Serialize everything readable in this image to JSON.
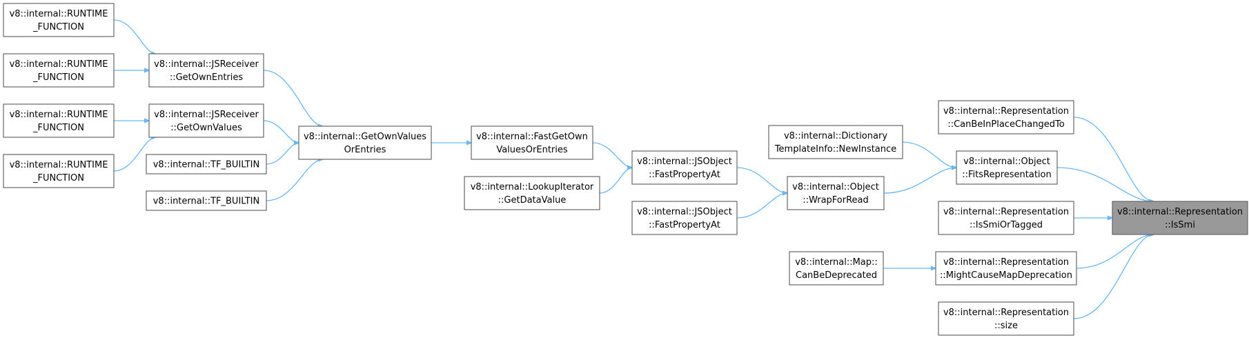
{
  "graph": {
    "nodes": [
      {
        "id": "n0",
        "lines": [
          "v8::internal::Representation",
          "::IsSmi"
        ],
        "highlight": true
      },
      {
        "id": "n1",
        "lines": [
          "v8::internal::Representation",
          "::CanBeInPlaceChangedTo"
        ]
      },
      {
        "id": "n2",
        "lines": [
          "v8::internal::Object",
          "::FitsRepresentation"
        ]
      },
      {
        "id": "n3",
        "lines": [
          "v8::internal::Representation",
          "::IsSmiOrTagged"
        ]
      },
      {
        "id": "n4",
        "lines": [
          "v8::internal::Representation",
          "::MightCauseMapDeprecation"
        ]
      },
      {
        "id": "n5",
        "lines": [
          "v8::internal::Representation",
          "::size"
        ]
      },
      {
        "id": "n6",
        "lines": [
          "v8::internal::Dictionary",
          "TemplateInfo::NewInstance"
        ]
      },
      {
        "id": "n7",
        "lines": [
          "v8::internal::Object",
          "::WrapForRead"
        ]
      },
      {
        "id": "n8",
        "lines": [
          "v8::internal::JSObject",
          "::FastPropertyAt"
        ]
      },
      {
        "id": "n9",
        "lines": [
          "v8::internal::JSObject",
          "::FastPropertyAt"
        ]
      },
      {
        "id": "n10",
        "lines": [
          "v8::internal::FastGetOwn",
          "ValuesOrEntries"
        ]
      },
      {
        "id": "n11",
        "lines": [
          "v8::internal::LookupIterator",
          "::GetDataValue"
        ]
      },
      {
        "id": "n12",
        "lines": [
          "v8::internal::GetOwnValues",
          "OrEntries"
        ]
      },
      {
        "id": "n13",
        "lines": [
          "v8::internal::JSReceiver",
          "::GetOwnEntries"
        ]
      },
      {
        "id": "n14",
        "lines": [
          "v8::internal::JSReceiver",
          "::GetOwnValues"
        ]
      },
      {
        "id": "n15",
        "lines": [
          "v8::internal::TF_BUILTIN"
        ]
      },
      {
        "id": "n16",
        "lines": [
          "v8::internal::TF_BUILTIN"
        ]
      },
      {
        "id": "n17",
        "lines": [
          "v8::internal::RUNTIME",
          "_FUNCTION"
        ]
      },
      {
        "id": "n18",
        "lines": [
          "v8::internal::RUNTIME",
          "_FUNCTION"
        ]
      },
      {
        "id": "n19",
        "lines": [
          "v8::internal::RUNTIME",
          "_FUNCTION"
        ]
      },
      {
        "id": "n20",
        "lines": [
          "v8::internal::RUNTIME",
          "_FUNCTION"
        ]
      },
      {
        "id": "n21",
        "lines": [
          "v8::internal::Map::",
          "CanBeDeprecated"
        ]
      }
    ],
    "edges": [
      {
        "from": "n1",
        "to": "n0"
      },
      {
        "from": "n2",
        "to": "n0"
      },
      {
        "from": "n3",
        "to": "n0"
      },
      {
        "from": "n4",
        "to": "n0"
      },
      {
        "from": "n5",
        "to": "n0"
      },
      {
        "from": "n6",
        "to": "n2"
      },
      {
        "from": "n7",
        "to": "n2"
      },
      {
        "from": "n8",
        "to": "n7"
      },
      {
        "from": "n9",
        "to": "n7"
      },
      {
        "from": "n10",
        "to": "n8"
      },
      {
        "from": "n11",
        "to": "n8"
      },
      {
        "from": "n12",
        "to": "n10"
      },
      {
        "from": "n13",
        "to": "n12"
      },
      {
        "from": "n14",
        "to": "n12"
      },
      {
        "from": "n15",
        "to": "n12"
      },
      {
        "from": "n16",
        "to": "n12"
      },
      {
        "from": "n17",
        "to": "n13"
      },
      {
        "from": "n18",
        "to": "n13"
      },
      {
        "from": "n19",
        "to": "n14"
      },
      {
        "from": "n20",
        "to": "n14"
      },
      {
        "from": "n21",
        "to": "n4"
      }
    ]
  }
}
